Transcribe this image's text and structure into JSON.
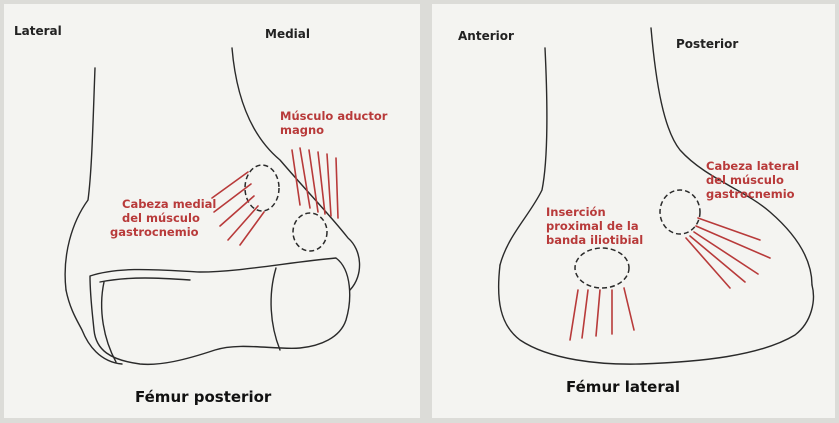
{
  "left_panel": {
    "label_lateral": "Lateral",
    "label_medial": "Medial",
    "adductor": [
      "Músculo aductor",
      "magno"
    ],
    "medial_gastroc": [
      "Cabeza medial",
      "del músculo",
      "gastrocnemio"
    ],
    "title": "Fémur posterior"
  },
  "right_panel": {
    "label_anterior": "Anterior",
    "label_posterior": "Posterior",
    "lateral_gastroc": [
      "Cabeza lateral",
      "del músculo",
      "gastrocnemio"
    ],
    "iliotibial": [
      "Inserción",
      "proximal de la",
      "banda iliotibial"
    ],
    "title": "Fémur lateral"
  },
  "colors": {
    "muscle_red": "#b83a3a",
    "outline": "#2a2a2a",
    "paper": "#f4f4f1"
  }
}
